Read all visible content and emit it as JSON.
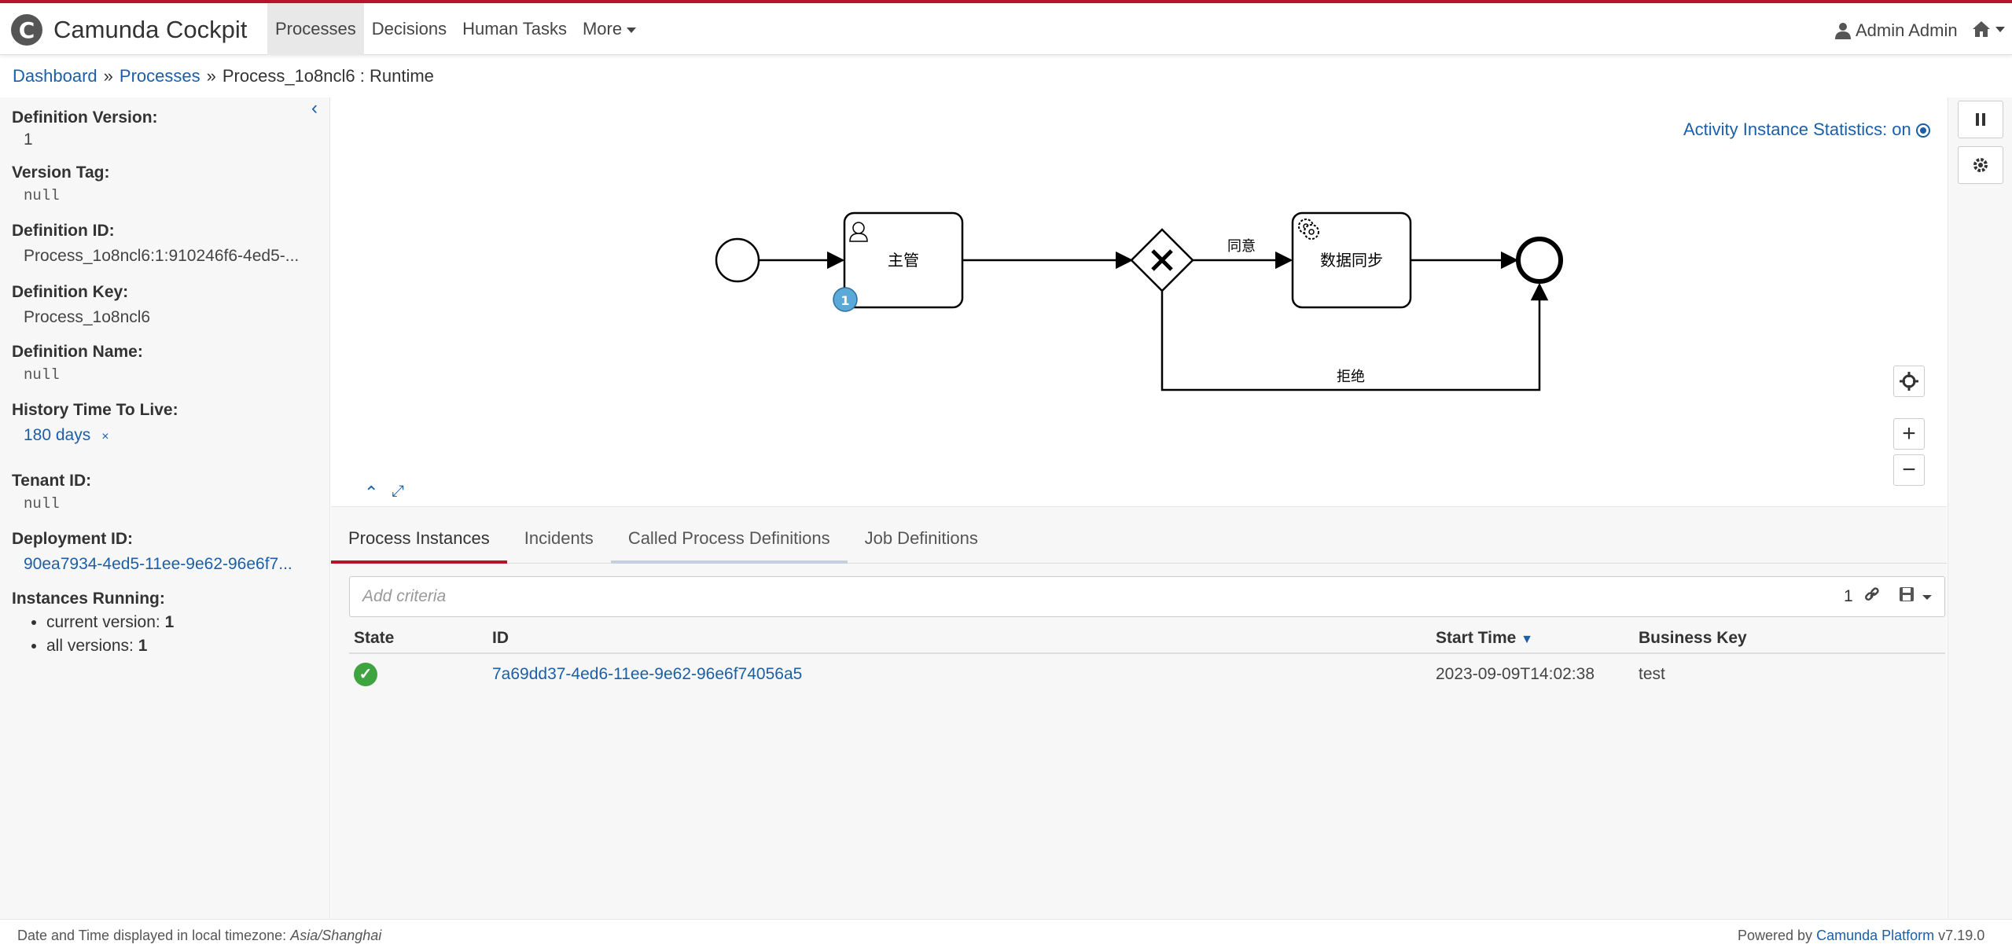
{
  "header": {
    "brand": "Camunda Cockpit",
    "nav": [
      "Processes",
      "Decisions",
      "Human Tasks",
      "More"
    ],
    "user": "Admin Admin"
  },
  "breadcrumb": {
    "dashboard": "Dashboard",
    "processes": "Processes",
    "current": "Process_1o8ncl6 : Runtime",
    "separator": "»"
  },
  "sidebar": {
    "def_version_label": "Definition Version:",
    "def_version": "1",
    "version_tag_label": "Version Tag:",
    "version_tag": "null",
    "def_id_label": "Definition ID:",
    "def_id": "Process_1o8ncl6:1:910246f6-4ed5-...",
    "def_key_label": "Definition Key:",
    "def_key": "Process_1o8ncl6",
    "def_name_label": "Definition Name:",
    "def_name": "null",
    "ttl_label": "History Time To Live:",
    "ttl": "180 days",
    "ttl_clear": "×",
    "tenant_label": "Tenant ID:",
    "tenant": "null",
    "deployment_label": "Deployment ID:",
    "deployment": "90ea7934-4ed5-11ee-9e62-96e6f7...",
    "running_label": "Instances Running:",
    "current_version_label": "current version:",
    "current_version_count": "1",
    "all_versions_label": "all versions:",
    "all_versions_count": "1"
  },
  "diagram": {
    "stats_label": "Activity Instance Statistics: on",
    "task1": "主管",
    "task2": "数据同步",
    "flow_agree": "同意",
    "flow_reject": "拒绝",
    "token_count": "1"
  },
  "tabs": [
    "Process Instances",
    "Incidents",
    "Called Process Definitions",
    "Job Definitions"
  ],
  "search": {
    "placeholder": "Add criteria",
    "count": "1"
  },
  "table": {
    "headers": [
      "State",
      "ID",
      "Start Time",
      "Business Key"
    ],
    "rows": [
      {
        "id": "7a69dd37-4ed6-11ee-9e62-96e6f74056a5",
        "start": "2023-09-09T14:02:38",
        "key": "test"
      }
    ]
  },
  "footer": {
    "tz_prefix": "Date and Time displayed in local timezone:",
    "tz": "Asia/Shanghai",
    "powered_prefix": "Powered by",
    "powered_link": "Camunda Platform",
    "version": "v7.19.0"
  },
  "colors": {
    "accent": "#b5152b",
    "link": "#1a5fa8",
    "success": "#3fa33f",
    "token": "#5aa9d8"
  }
}
